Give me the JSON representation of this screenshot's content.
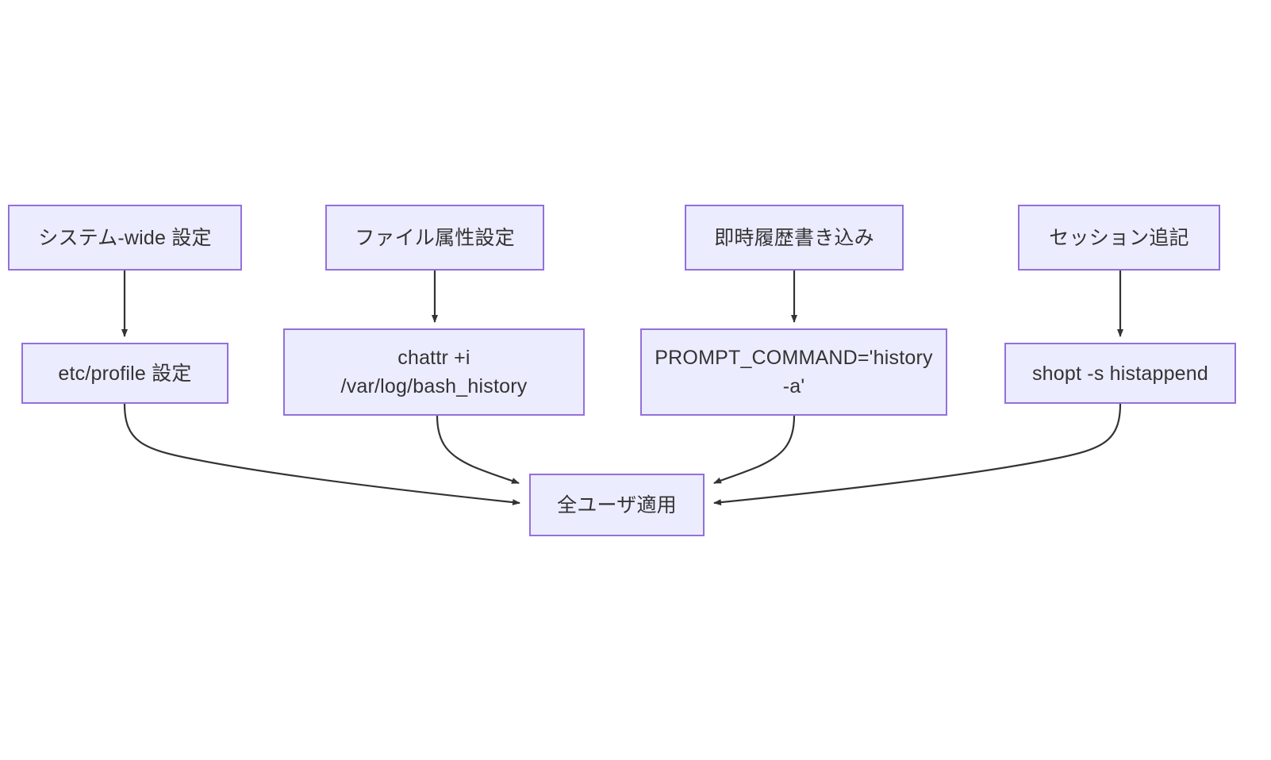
{
  "diagram": {
    "type": "flowchart",
    "direction": "top-down",
    "background": "#ffffff",
    "node_fill": "#ECECFF",
    "node_stroke": "#9370DB",
    "text_color": "#333333",
    "edge_color": "#333333",
    "nodes": [
      {
        "id": "sys-wide",
        "label": "システム-wide 設定"
      },
      {
        "id": "file-attr",
        "label": "ファイル属性設定"
      },
      {
        "id": "instant-hist",
        "label": "即時履歴書き込み"
      },
      {
        "id": "session-app",
        "label": "セッション追記"
      },
      {
        "id": "etc-profile",
        "label": "etc/profile 設定"
      },
      {
        "id": "chattr",
        "label": "chattr +i\n/var/log/bash_history"
      },
      {
        "id": "prompt-cmd",
        "label": "PROMPT_COMMAND='history\n-a'"
      },
      {
        "id": "shopt",
        "label": "shopt -s histappend"
      },
      {
        "id": "all-users",
        "label": "全ユーザ適用"
      }
    ],
    "edges": [
      {
        "from": "sys-wide",
        "to": "etc-profile",
        "label": ""
      },
      {
        "from": "file-attr",
        "to": "chattr",
        "label": ""
      },
      {
        "from": "instant-hist",
        "to": "prompt-cmd",
        "label": ""
      },
      {
        "from": "session-app",
        "to": "shopt",
        "label": ""
      },
      {
        "from": "etc-profile",
        "to": "all-users",
        "label": ""
      },
      {
        "from": "chattr",
        "to": "all-users",
        "label": ""
      },
      {
        "from": "prompt-cmd",
        "to": "all-users",
        "label": ""
      },
      {
        "from": "shopt",
        "to": "all-users",
        "label": ""
      }
    ]
  }
}
